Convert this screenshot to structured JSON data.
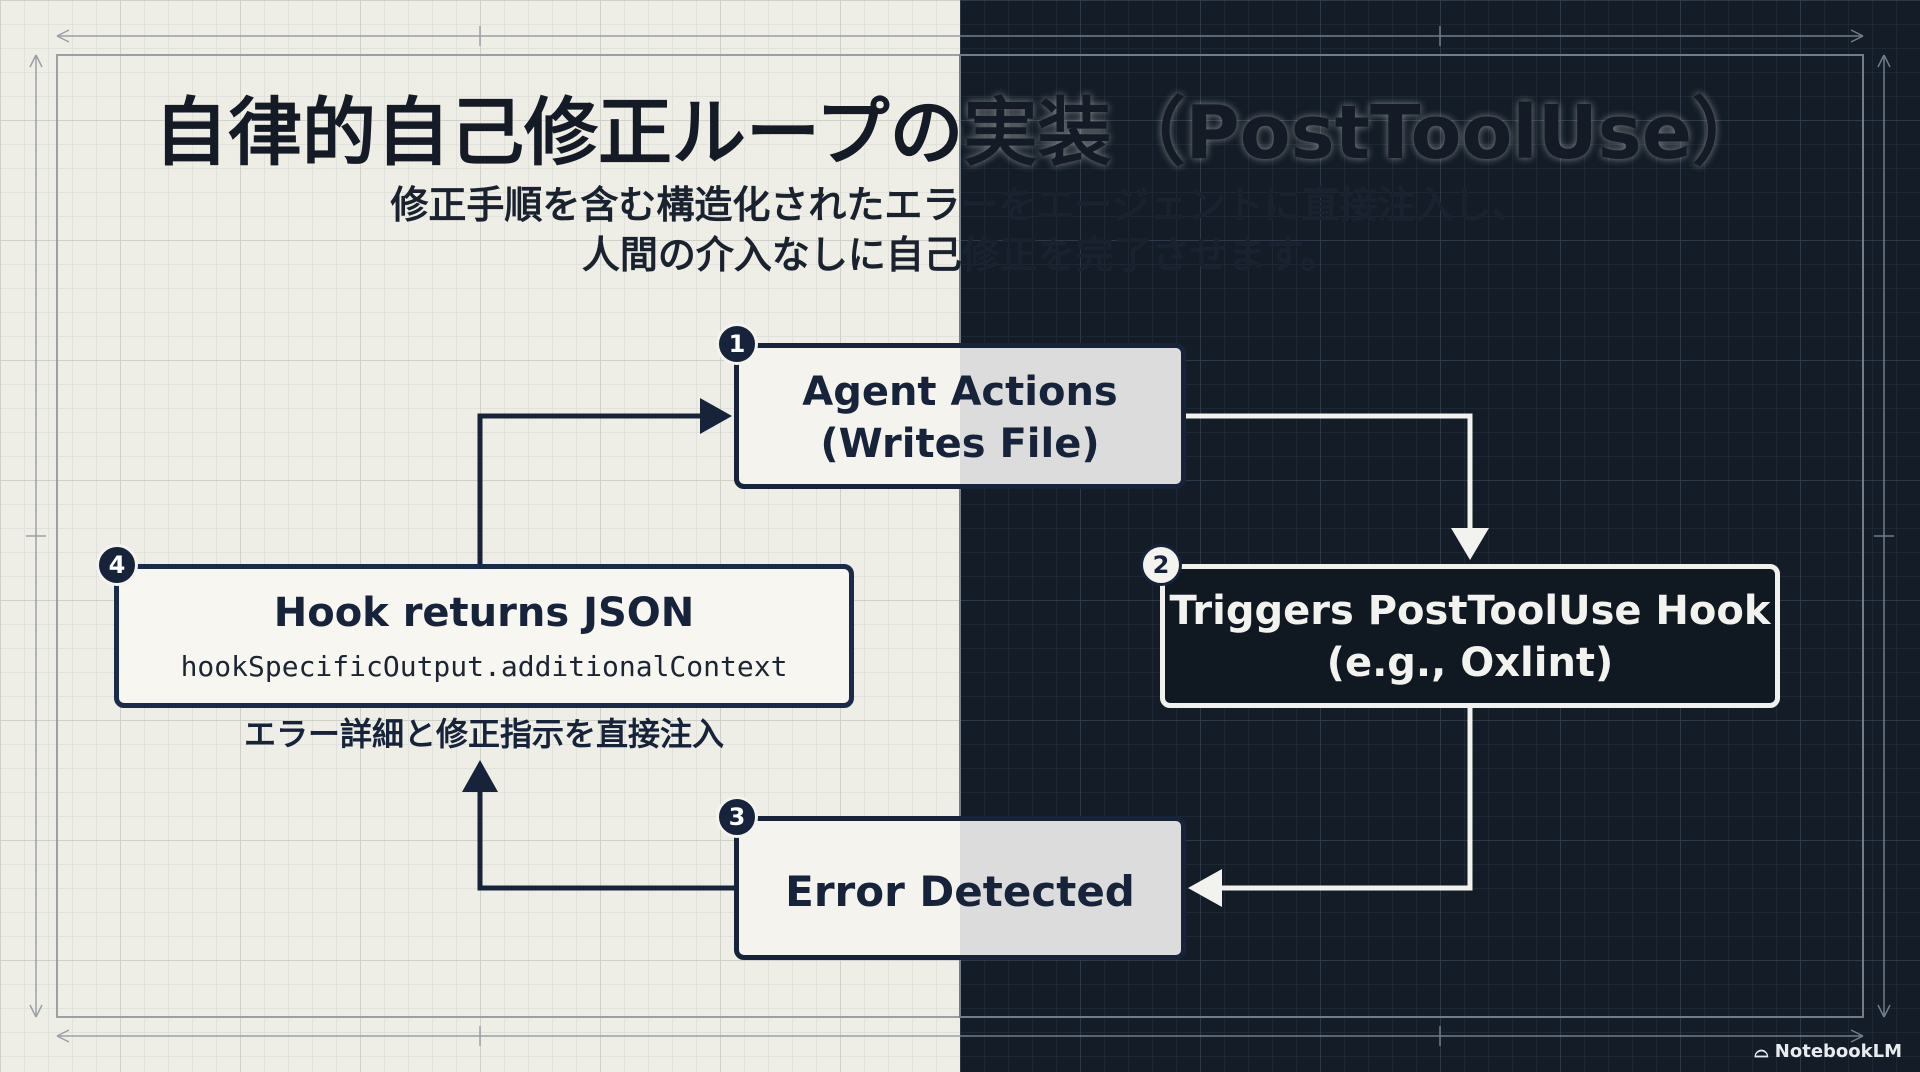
{
  "title": "自律的自己修正ループの実装（PostToolUse）",
  "subtitle": {
    "line1": "修正手順を含む構造化されたエラーをエージェントに直接注入し、",
    "line2": "人間の介入なしに自己修正を完了させます。"
  },
  "steps": [
    {
      "number": "1",
      "line1": "Agent Actions",
      "line2": "(Writes File)"
    },
    {
      "number": "2",
      "line1": "Triggers PostToolUse Hook",
      "line2": "(e.g., Oxlint)"
    },
    {
      "number": "3",
      "line1": "Error Detected"
    },
    {
      "number": "4",
      "line1": "Hook returns JSON",
      "code": "hookSpecificOutput.additionalContext",
      "caption": "エラー詳細と修正指示を直接注入"
    }
  ],
  "watermark": "NotebookLM",
  "colors": {
    "light_bg": "#efeee6",
    "dark_bg": "#131c27",
    "navy": "#16233a",
    "white": "#f4f3ee"
  }
}
